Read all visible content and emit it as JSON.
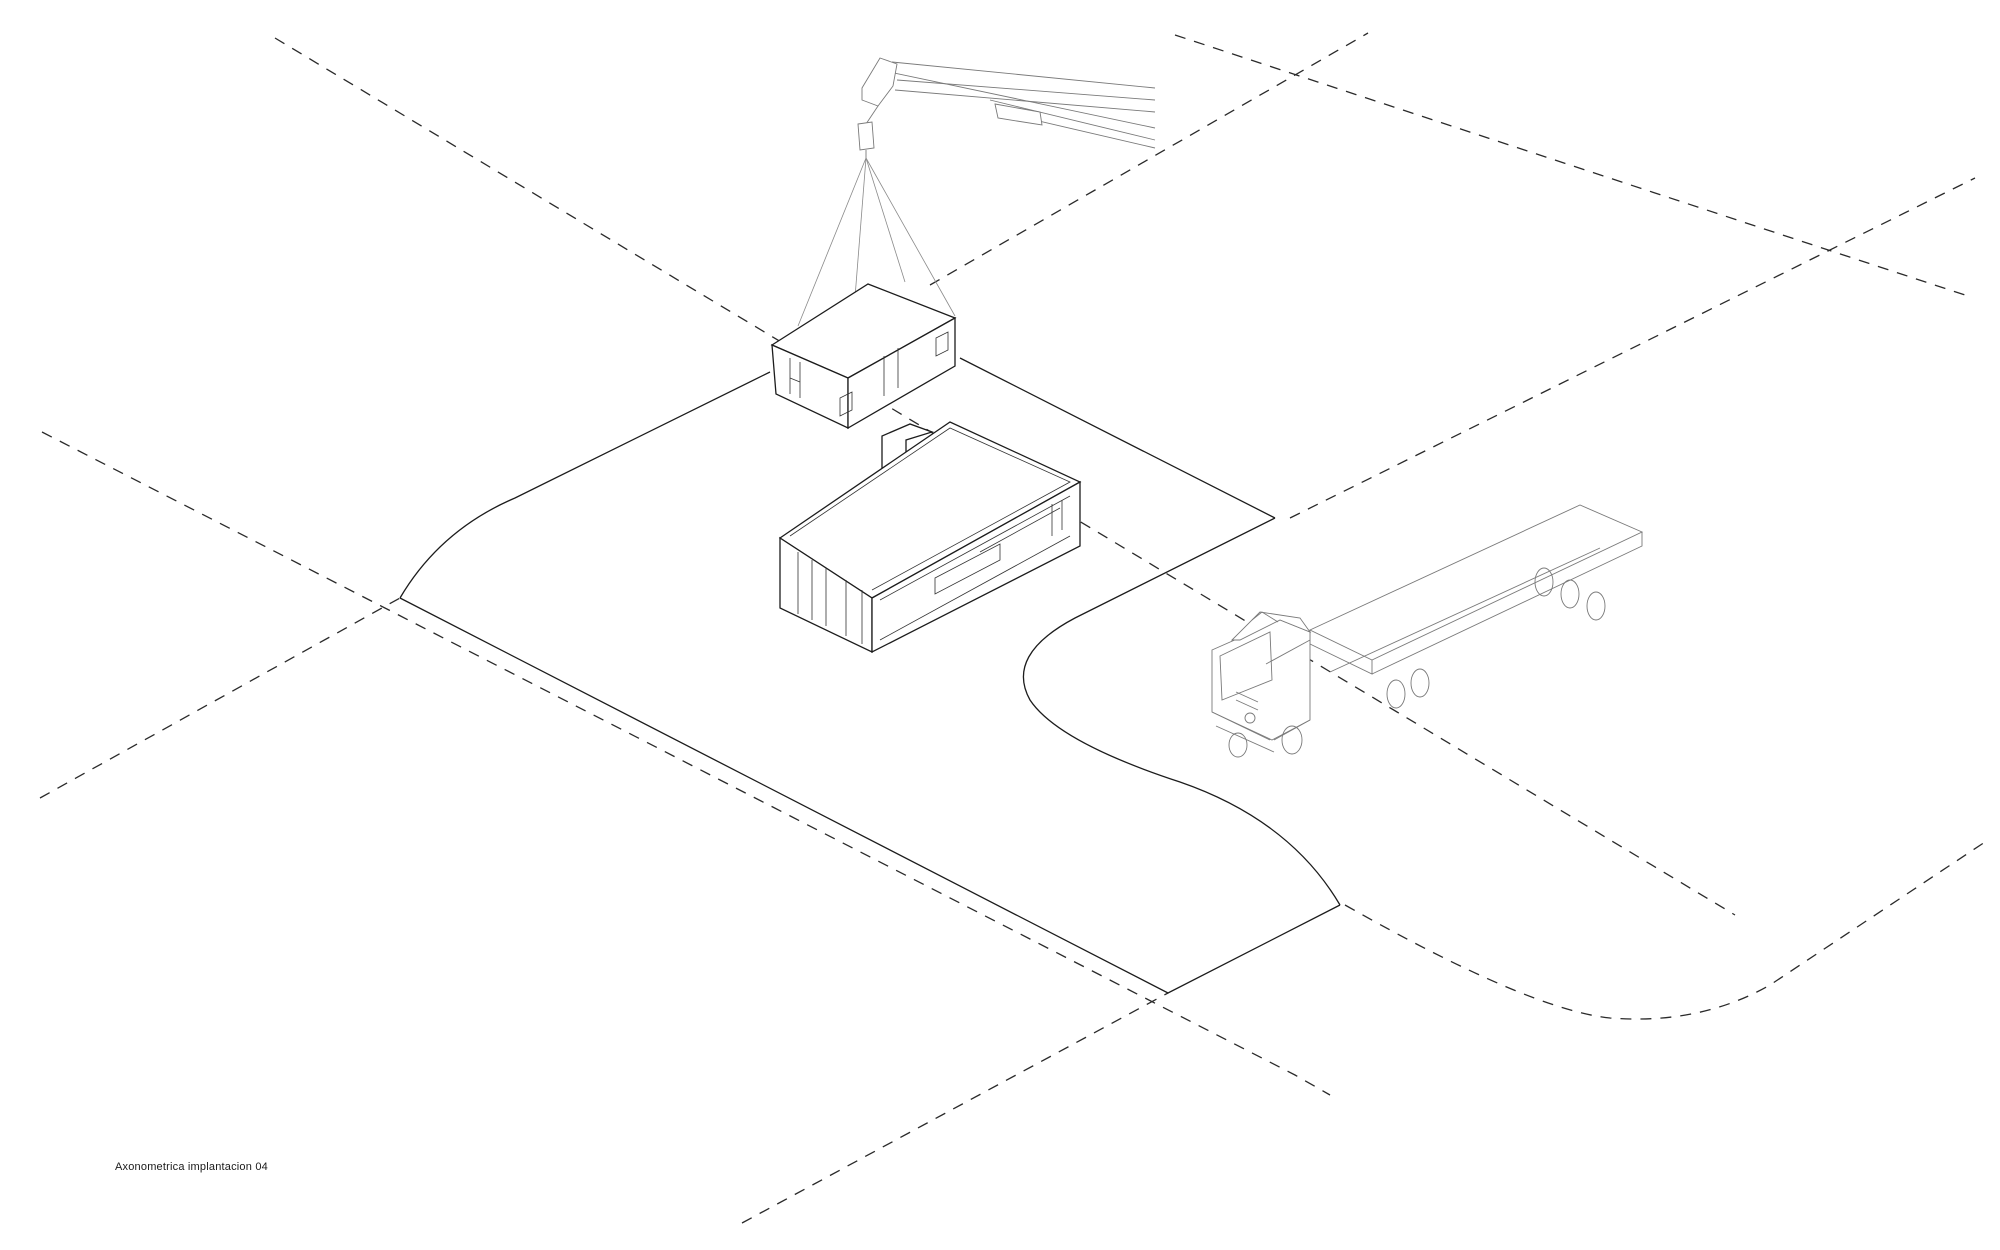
{
  "caption": "Axonometrica implantacion 04",
  "elements": {
    "site": "site-boundary",
    "crane": "crane-boom",
    "module_hanging": "hanging-module",
    "building": "main-building",
    "truck": "flatbed-truck"
  }
}
